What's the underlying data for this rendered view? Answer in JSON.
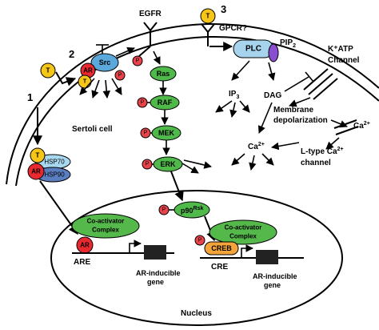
{
  "labels": {
    "num1": "1",
    "num2": "2",
    "num3": "3",
    "egfr": "EGFR",
    "gpcr": "GPCR?",
    "pip2": "PIP",
    "pip2_sub": "2",
    "katp_line1": "K⁺ATP",
    "katp_line2": "Channel",
    "ip3": "IP",
    "ip3_sub": "3",
    "dag": "DAG",
    "mem_line1": "Membrane",
    "mem_line2": "depolarization",
    "ca_right": "Ca",
    "ca_right_sup": "2+",
    "ca_center": "Ca",
    "ca_center_sup": "2+",
    "ltype_line1": "L-type Ca",
    "ltype_sup": "2+",
    "ltype_line2": "channel",
    "sertoli": "Sertoli cell",
    "nucleus": "Nucleus",
    "are": "ARE",
    "cre": "CRE",
    "gene_left_line1": "AR-inducible",
    "gene_left_line2": "gene",
    "gene_right_line1": "AR-inducible",
    "gene_right_line2": "gene"
  },
  "nodes": {
    "t": "T",
    "p": "P",
    "src": "Src",
    "ar": "AR",
    "hsp70": "HSP70",
    "hsp90": "HSP90",
    "plc": "PLC",
    "ras": "Ras",
    "raf": "RAF",
    "mek": "MEK",
    "erk": "ERK",
    "p90rsk": "p90",
    "p90rsk_sup": "Rsk",
    "creb": "CREB",
    "coactivator_line1": "Co-activator",
    "coactivator_line2": "Complex"
  },
  "colors": {
    "testosterone": "#f5c518",
    "phosphate": "#e8424b",
    "src": "#5ba8dc",
    "ar": "#e82a30",
    "hsp70": "#a8d8f0",
    "hsp90": "#5a7ec0",
    "plc": "#a6d4ec",
    "pip2": "#8a4fd0",
    "kinase": "#4fb94a",
    "coactivator": "#55b84b",
    "creb": "#f4a43a",
    "gene_box": "#222222"
  }
}
